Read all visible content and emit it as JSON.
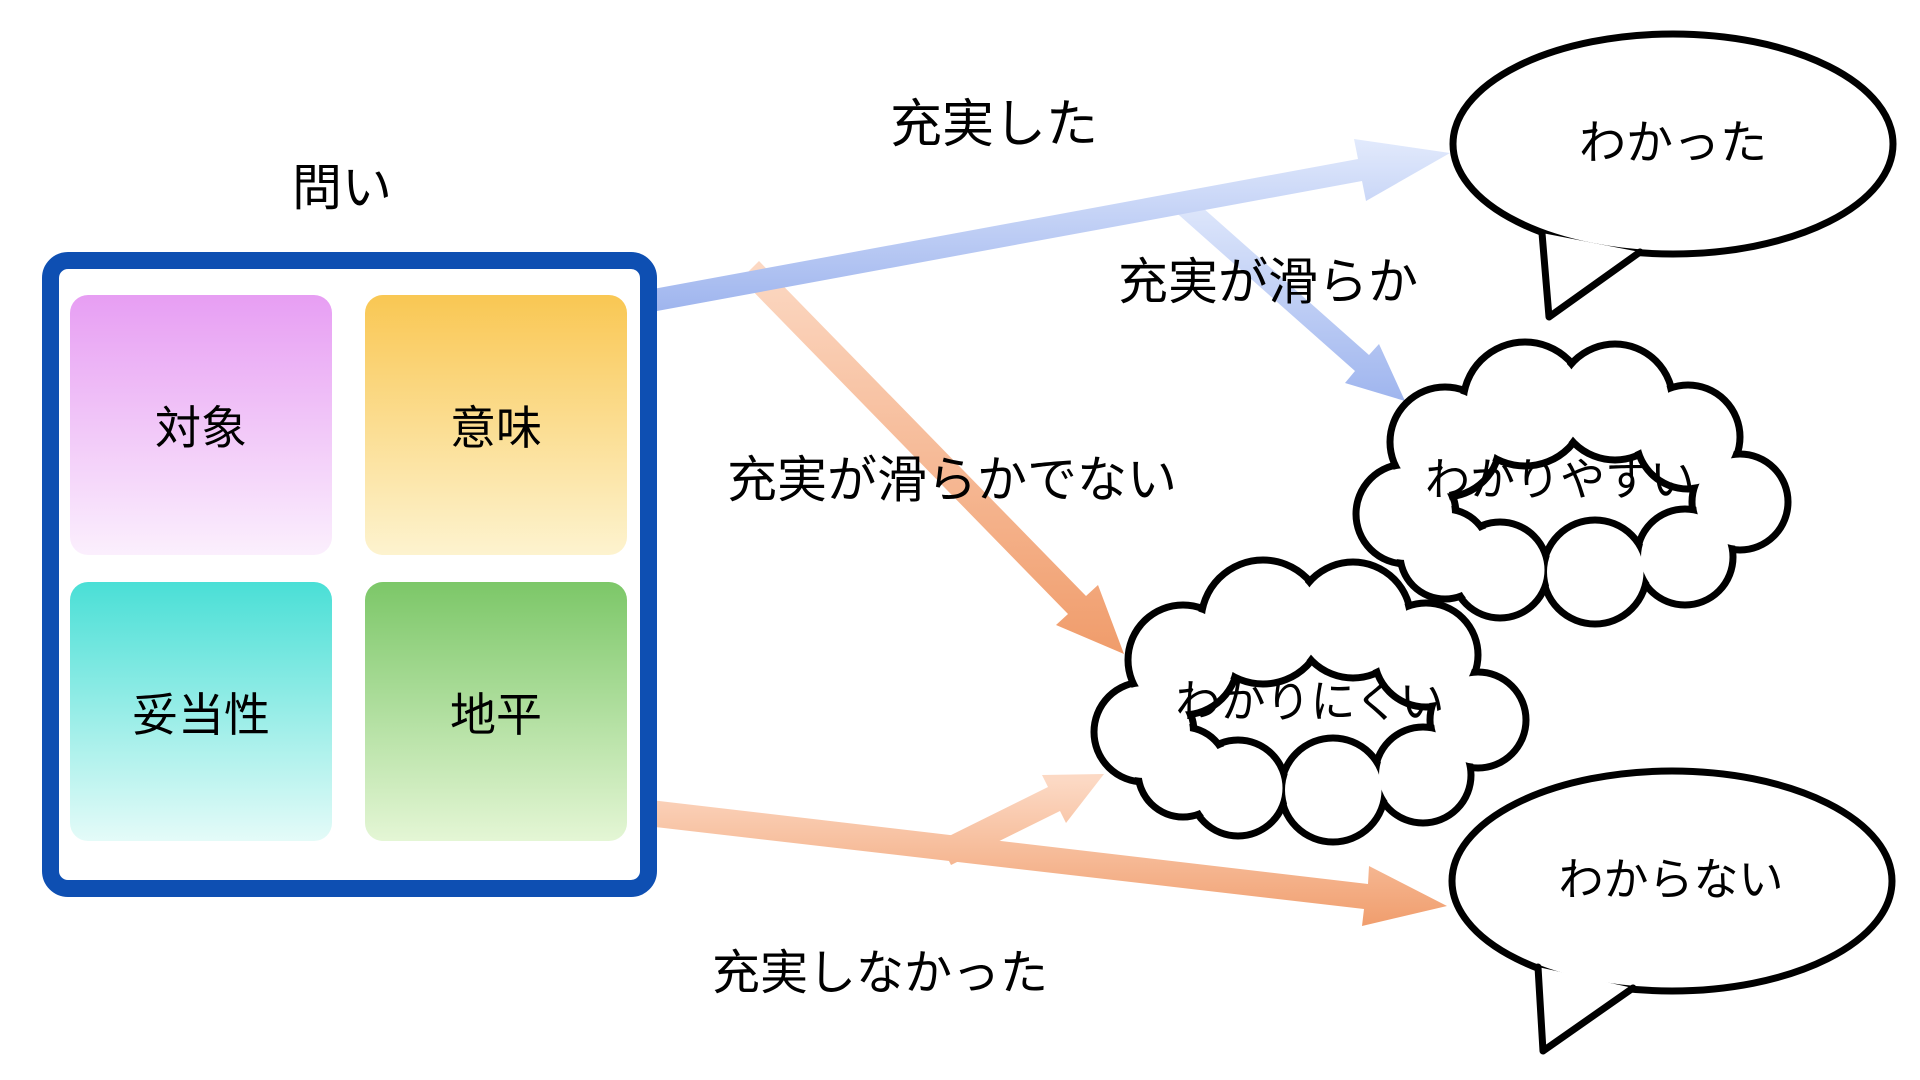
{
  "colors": {
    "box_border": "#0e4fb2",
    "blue_arrow_light": "#e2eafc",
    "blue_arrow_dark": "#9fb5ee",
    "orange_arrow_light": "#fcd9c4",
    "orange_arrow_dark": "#f09c6b",
    "tile_taisho_top": "#e79ef3",
    "tile_taisho_bottom": "#fbeffd",
    "tile_imi_top": "#f9c753",
    "tile_imi_bottom": "#fdf3cf",
    "tile_datosei_top": "#4adfd6",
    "tile_datosei_bottom": "#e4fbf8",
    "tile_chihei_top": "#7cc768",
    "tile_chihei_bottom": "#e4f6d5"
  },
  "question_box": {
    "title": "問い",
    "cells": [
      {
        "label": "対象"
      },
      {
        "label": "意味"
      },
      {
        "label": "妥当性"
      },
      {
        "label": "地平"
      }
    ]
  },
  "arrow_labels": {
    "fulfilled": "充実した",
    "fulfillment_smooth": "充実が滑らか",
    "fulfillment_not_smooth": "充実が滑らかでない",
    "not_fulfilled": "充実しなかった"
  },
  "outcomes": {
    "understood": "わかった",
    "easy_to_understand": "わかりやすい",
    "hard_to_understand": "わかりにくい",
    "not_understood": "わからない"
  }
}
